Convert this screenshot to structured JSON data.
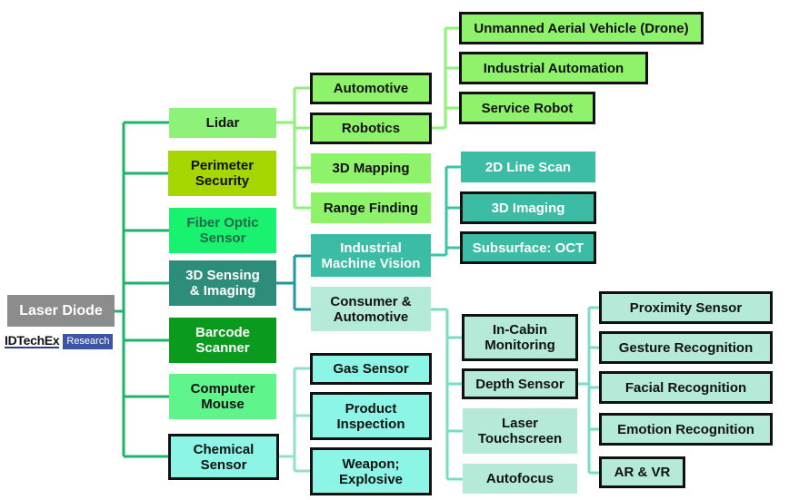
{
  "colors": {
    "trunk_line": "#1fb36a",
    "lidar_line": "#8ef27a",
    "imaging_line": "#1f9a9a",
    "vision_line": "#3cc3a8",
    "consumer_line": "#7adcc4",
    "chemical_line": "#8fe0cf",
    "root_fill": "#8c8c8c",
    "brand_blue": "#3c55a5"
  },
  "root": {
    "label": "Laser Diode"
  },
  "brand": {
    "name": "IDTechEx",
    "tag": "Research"
  },
  "level1": [
    {
      "id": "lidar",
      "label": "Lidar",
      "fill": "#8ef27a"
    },
    {
      "id": "perimeter",
      "label": "Perimeter\nSecurity",
      "fill": "#a5d600"
    },
    {
      "id": "fiber",
      "label": "Fiber Optic\nSensor",
      "fill": "#19f26e"
    },
    {
      "id": "sensing3d",
      "label": "3D Sensing\n& Imaging",
      "fill": "#2e8c7a"
    },
    {
      "id": "barcode",
      "label": "Barcode\nScanner",
      "fill": "#0a9a1e"
    },
    {
      "id": "mouse",
      "label": "Computer\nMouse",
      "fill": "#5ff58c"
    },
    {
      "id": "chemical",
      "label": "Chemical\nSensor",
      "fill": "#8cf5e5"
    }
  ],
  "lidar_children": [
    {
      "id": "automotive",
      "label": "Automotive",
      "fill": "#8ef26a"
    },
    {
      "id": "robotics",
      "label": "Robotics",
      "fill": "#8ef26a"
    },
    {
      "id": "mapping3d",
      "label": "3D Mapping",
      "fill": "#8ef26a"
    },
    {
      "id": "range",
      "label": "Range Finding",
      "fill": "#8ef26a"
    }
  ],
  "robotics_children": [
    {
      "id": "drone",
      "label": "Unmanned Aerial Vehicle (Drone)",
      "fill": "#8ef26a"
    },
    {
      "id": "industrial_automation",
      "label": "Industrial Automation",
      "fill": "#8ef26a"
    },
    {
      "id": "service_robot",
      "label": "Service Robot",
      "fill": "#8ef26a"
    }
  ],
  "sensing3d_children": [
    {
      "id": "machine_vision",
      "label": "Industrial\nMachine Vision",
      "fill": "#3cbca5"
    },
    {
      "id": "consumer",
      "label": "Consumer &\nAutomotive",
      "fill": "#b5ead8"
    }
  ],
  "vision_children": [
    {
      "id": "line_scan",
      "label": "2D Line Scan",
      "fill": "#3cbca5"
    },
    {
      "id": "imaging3d",
      "label": "3D Imaging",
      "fill": "#3cbca5"
    },
    {
      "id": "oct",
      "label": "Subsurface: OCT",
      "fill": "#3cbca5"
    }
  ],
  "consumer_children": [
    {
      "id": "in_cabin",
      "label": "In-Cabin\nMonitoring",
      "fill": "#b5ead8"
    },
    {
      "id": "depth",
      "label": "Depth Sensor",
      "fill": "#b5ead8"
    },
    {
      "id": "touchscreen",
      "label": "Laser\nTouchscreen",
      "fill": "#b5ead8"
    },
    {
      "id": "autofocus",
      "label": "Autofocus",
      "fill": "#b5ead8"
    }
  ],
  "depth_children": [
    {
      "id": "proximity",
      "label": "Proximity Sensor",
      "fill": "#b5ead8"
    },
    {
      "id": "gesture",
      "label": "Gesture Recognition",
      "fill": "#b5ead8"
    },
    {
      "id": "facial",
      "label": "Facial Recognition",
      "fill": "#b5ead8"
    },
    {
      "id": "emotion",
      "label": "Emotion Recognition",
      "fill": "#b5ead8"
    },
    {
      "id": "arvr",
      "label": "AR & VR",
      "fill": "#b5ead8"
    }
  ],
  "chemical_children": [
    {
      "id": "gas",
      "label": "Gas Sensor",
      "fill": "#8cf5e5"
    },
    {
      "id": "product",
      "label": "Product\nInspection",
      "fill": "#8cf5e5"
    },
    {
      "id": "weapon",
      "label": "Weapon;\nExplosive",
      "fill": "#8cf5e5"
    }
  ]
}
